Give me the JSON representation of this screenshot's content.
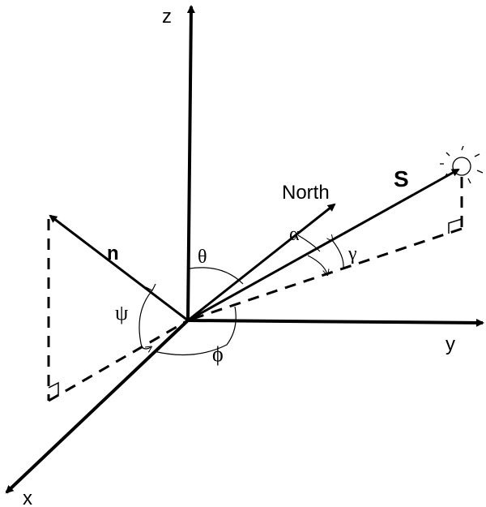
{
  "diagram": {
    "axes": {
      "z": "z",
      "y": "y",
      "x": "x"
    },
    "vectors": {
      "north": "North",
      "sun": "S",
      "normal": "n"
    },
    "angles": {
      "theta": "θ",
      "alpha": "α",
      "gamma": "γ",
      "psi": "ψ",
      "phi": "ϕ"
    },
    "colors": {
      "ink": "#000000",
      "background": "#ffffff"
    }
  }
}
